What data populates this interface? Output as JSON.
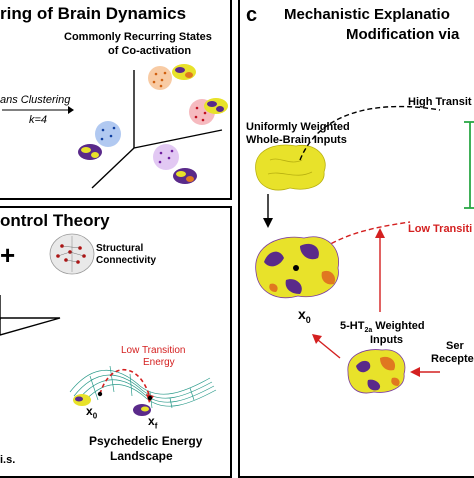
{
  "panel_a": {
    "title": "ring of Brain Dynamics",
    "states_title_line1": "Commonly Recurring States",
    "states_title_line2": "of Co-activation",
    "clustering_line1": "ans Clustering",
    "clustering_line2": "k=4"
  },
  "panel_b": {
    "title": "ontrol Theory",
    "plus": "+",
    "structural_line1": "Structural",
    "structural_line2": "Connectivity",
    "low_transition_line1": "Low Transition",
    "low_transition_line2": "Energy",
    "x0_base": "x",
    "x0_sub": "0",
    "xf_base": "x",
    "xf_sub": "f",
    "landscape_line1": "Psychedelic Energy",
    "landscape_line2": "Landscape",
    "footnote": "i.s."
  },
  "panel_c": {
    "letter": "c",
    "title_line1": "Mechanistic Explanatio",
    "title_line2": "Modification via",
    "uniform_line1": "Uniformly Weighted",
    "uniform_line2": "Whole-Brain Inputs",
    "high_transition": "High Transit",
    "low_transition": "Low Transiti",
    "x0_base": "x",
    "x0_sub": "0",
    "ht2a_line1_pre": "5-HT",
    "ht2a_line1_sub": "2a",
    "ht2a_line1_post": " Weighted",
    "ht2a_line2": "Inputs",
    "serotonin_line1": "Ser",
    "serotonin_line2": "Recepte"
  },
  "colors": {
    "brain_yellow": "#e8e22a",
    "brain_purple": "#5a2a8a",
    "brain_orange": "#e07820",
    "accent_red": "#d42020",
    "accent_green": "#2aa845",
    "landscape_teal": "#2a9a8a"
  }
}
